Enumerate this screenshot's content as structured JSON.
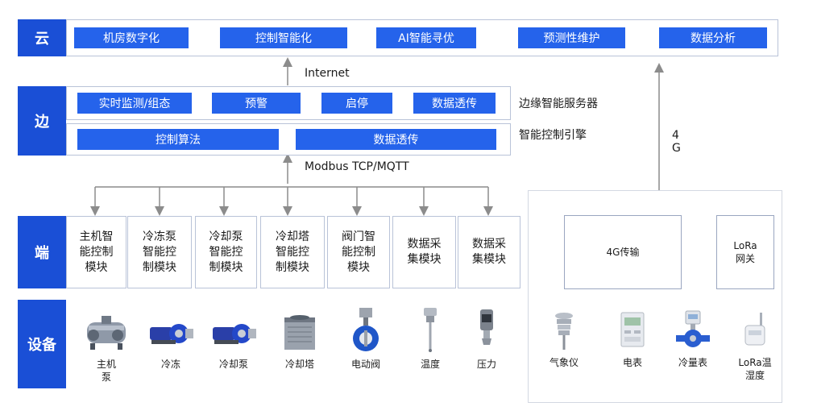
{
  "layers": {
    "cloud": "云",
    "edge": "边",
    "terminal": "端",
    "devices": "设备"
  },
  "cloud_items": [
    "机房数字化",
    "控制智能化",
    "AI智能寻优",
    "预测性维护",
    "数据分析"
  ],
  "edge_row1": [
    "实时监测/组态",
    "预警",
    "启停",
    "数据透传"
  ],
  "edge_row2": [
    "控制算法",
    "数据透传"
  ],
  "edge_side": {
    "server": "边缘智能服务器",
    "engine": "智能控制引擎"
  },
  "protocols": {
    "internet": "Internet",
    "modbus": "Modbus TCP/MQTT",
    "g4_line1": "4",
    "g4_line2": "G"
  },
  "modules": [
    [
      "主机智",
      "能控制",
      "模块"
    ],
    [
      "冷冻泵",
      "智能控",
      "制模块"
    ],
    [
      "冷却泵",
      "智能控",
      "制模块"
    ],
    [
      "冷却塔",
      "智能控",
      "制模块"
    ],
    [
      "阀门智",
      "能控制",
      "模块"
    ],
    [
      "数据采",
      "集模块"
    ],
    [
      "数据采",
      "集模块"
    ]
  ],
  "devices_left": [
    {
      "name1": "主机",
      "name2": "泵",
      "icon": "chiller-icon"
    },
    {
      "name1": "冷冻",
      "name2": "",
      "icon": "pump-icon"
    },
    {
      "name1": "冷却泵",
      "name2": "",
      "icon": "pump-icon"
    },
    {
      "name1": "冷却塔",
      "name2": "",
      "icon": "cooling-tower-icon"
    },
    {
      "name1": "电动阀",
      "name2": "",
      "icon": "valve-icon"
    },
    {
      "name1": "温度",
      "name2": "",
      "icon": "temperature-sensor-icon"
    },
    {
      "name1": "压力",
      "name2": "",
      "icon": "pressure-sensor-icon"
    }
  ],
  "devices_right": [
    {
      "name1": "气象仪",
      "name2": "",
      "icon": "weather-station-icon"
    },
    {
      "name1": "电表",
      "name2": "",
      "icon": "electric-meter-icon"
    },
    {
      "name1": "冷量表",
      "name2": "",
      "icon": "flow-meter-icon"
    },
    {
      "name1": "LoRa温",
      "name2": "湿度",
      "icon": "lora-sensor-icon"
    }
  ],
  "right_boxes": {
    "transfer_4g": "4G传输",
    "lora_line1": "LoRa",
    "lora_line2": "网关"
  },
  "colors": {
    "layer_blue": "#1a4fd6",
    "pill_blue": "#2563eb",
    "border": "#b9c3d8",
    "arrow": "#8c8c8c"
  }
}
